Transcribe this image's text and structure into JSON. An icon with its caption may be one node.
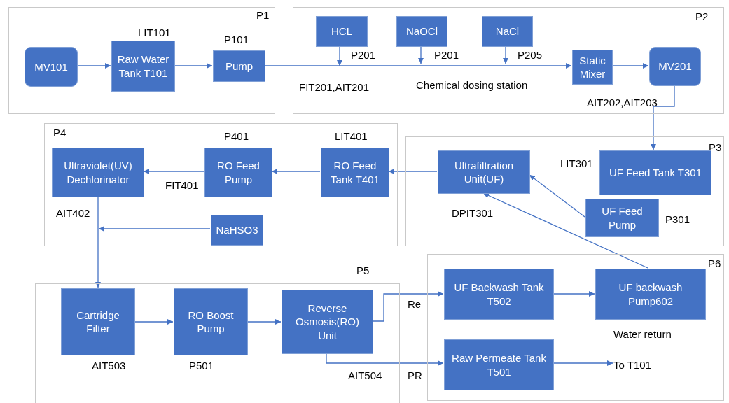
{
  "diagram": {
    "nodes": [
      {
        "text": [
          "P1"
        ]
      },
      {
        "text": [
          "MV101"
        ],
        "in": 0
      },
      {
        "text": [
          "Raw Water Tank T101"
        ],
        "in": 0,
        "beside": [
          "LIT101"
        ]
      },
      {
        "text": [
          "Pump"
        ],
        "in": 0,
        "beside": [
          "P101"
        ]
      },
      {
        "text": [
          "P2"
        ]
      },
      {
        "text": [
          "HCL"
        ],
        "in": 4
      },
      {
        "text": [
          "NaOCl"
        ],
        "in": 4
      },
      {
        "text": [
          "NaCl"
        ],
        "in": 4
      },
      {
        "text": [
          "Static Mixer"
        ],
        "in": 4
      },
      {
        "text": [
          "MV201"
        ],
        "in": 4
      },
      {
        "text": [
          "P4"
        ]
      },
      {
        "text": [
          "Ultraviolet(UV) Dechlorinator"
        ],
        "in": 10
      },
      {
        "text": [
          "RO Feed Pump"
        ],
        "in": 10,
        "beside": [
          "P401"
        ]
      },
      {
        "text": [
          "RO Feed Tank T401"
        ],
        "in": 10,
        "beside": [
          "LIT401"
        ]
      },
      {
        "text": [
          "NaHSO3"
        ],
        "in": 10
      },
      {
        "text": [
          "P3"
        ]
      },
      {
        "text": [
          "Ultrafiltration Unit(UF)"
        ],
        "in": 15
      },
      {
        "text": [
          "UF Feed Tank T301"
        ],
        "in": 15,
        "beside": [
          "LIT301"
        ]
      },
      {
        "text": [
          "UF Feed Pump"
        ],
        "in": 15,
        "beside": [
          "P301"
        ]
      },
      {
        "text": [
          "P5"
        ]
      },
      {
        "text": [
          "Cartridge Filter"
        ],
        "in": 19,
        "beside": [
          "AIT503"
        ]
      },
      {
        "text": [
          "RO Boost Pump"
        ],
        "in": 19,
        "beside": [
          "P501"
        ]
      },
      {
        "text": [
          "Reverse Osmosis(RO) Unit"
        ],
        "in": 19
      },
      {
        "text": [
          "P6"
        ]
      },
      {
        "text": [
          "UF Backwash Tank T502"
        ],
        "in": 23
      },
      {
        "text": [
          "UF backwash Pump602"
        ],
        "in": 23
      },
      {
        "text": [
          "Raw Permeate Tank T501"
        ],
        "in": 23
      },
      {
        "text": [
          "To T101"
        ],
        "in": 23
      }
    ],
    "edges": [
      {
        "from": 1,
        "to": 2,
        "arrow": "to"
      },
      {
        "from": 2,
        "to": 3,
        "arrow": "to"
      },
      {
        "from": 3,
        "to": 8,
        "arrow": "to"
      },
      {
        "from": 5,
        "to": null,
        "arrow": "to"
      },
      {
        "from": 6,
        "to": null,
        "arrow": "to"
      },
      {
        "from": 7,
        "to": null,
        "arrow": "to"
      },
      {
        "from": 8,
        "to": 9,
        "arrow": "to"
      },
      {
        "from": 9,
        "to": 17,
        "arrow": "to"
      },
      {
        "from": 16,
        "to": 13,
        "arrow": "to"
      },
      {
        "from": 13,
        "to": 12,
        "arrow": "to"
      },
      {
        "from": 12,
        "to": 11,
        "arrow": "to"
      },
      {
        "from": 14,
        "to": null,
        "arrow": "to"
      },
      {
        "from": 11,
        "to": 20,
        "arrow": "to"
      },
      {
        "from": 18,
        "to": 16,
        "arrow": "to"
      },
      {
        "from": 25,
        "to": 16,
        "arrow": "to"
      },
      {
        "from": 20,
        "to": 21,
        "arrow": "to"
      },
      {
        "from": 21,
        "to": 22,
        "arrow": "to"
      },
      {
        "from": 22,
        "to": 24,
        "arrow": "to",
        "label": "Re"
      },
      {
        "from": 24,
        "to": 25,
        "arrow": "to"
      },
      {
        "from": 22,
        "to": 26,
        "arrow": "to",
        "label": "PR"
      },
      {
        "from": 26,
        "to": 27,
        "arrow": "to"
      }
    ],
    "labels": [
      "P201",
      "P201",
      "P205",
      "FIT201,AIT201",
      "Chemical dosing station",
      "AIT202,AIT203",
      "FIT401",
      "AIT402",
      "DPIT301",
      "Water return",
      "AIT504"
    ]
  }
}
